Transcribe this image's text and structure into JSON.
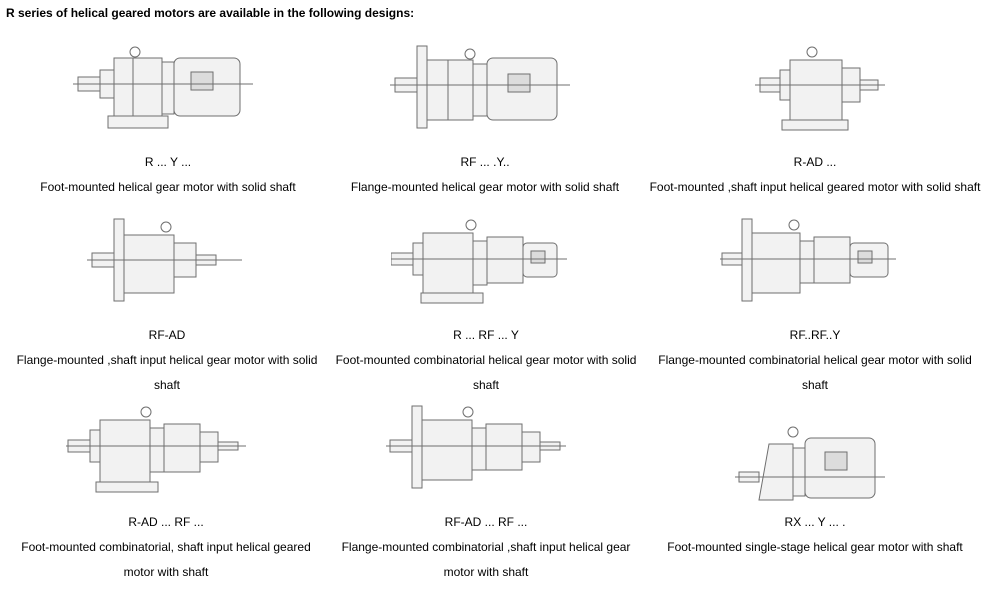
{
  "heading": "R series of helical geared motors are available in the following designs:",
  "designs": [
    {
      "code": "R ... Y ...",
      "description": "Foot-mounted helical gear motor with solid shaft",
      "icon": "foot-mounted-motor-drawing"
    },
    {
      "code": "RF ... .Y..",
      "description": "Flange-mounted helical gear motor with solid shaft",
      "icon": "flange-mounted-motor-drawing"
    },
    {
      "code": "R-AD ...",
      "description": "Foot-mounted ,shaft input helical geared motor with solid shaft",
      "icon": "foot-mounted-shaft-input-drawing"
    },
    {
      "code": "RF-AD",
      "description": "Flange-mounted ,shaft input helical gear motor with solid shaft",
      "icon": "flange-mounted-shaft-input-drawing"
    },
    {
      "code": "R ... RF ... Y",
      "description": "Foot-mounted combinatorial helical gear motor with solid shaft",
      "icon": "foot-mounted-combinatorial-drawing"
    },
    {
      "code": "RF..RF..Y",
      "description": "Flange-mounted combinatorial helical gear motor with solid shaft",
      "icon": "flange-mounted-combinatorial-drawing"
    },
    {
      "code": "R-AD ... RF ...",
      "description": "Foot-mounted combinatorial, shaft input helical geared motor with shaft",
      "icon": "foot-mounted-combinatorial-shaft-input-drawing"
    },
    {
      "code": "RF-AD ... RF ...",
      "description": "Flange-mounted combinatorial ,shaft input helical gear motor with shaft",
      "icon": "flange-mounted-combinatorial-shaft-input-drawing"
    },
    {
      "code": "RX ... Y ... .",
      "description": "Foot-mounted single-stage helical gear motor with shaft",
      "icon": "single-stage-motor-drawing"
    }
  ]
}
